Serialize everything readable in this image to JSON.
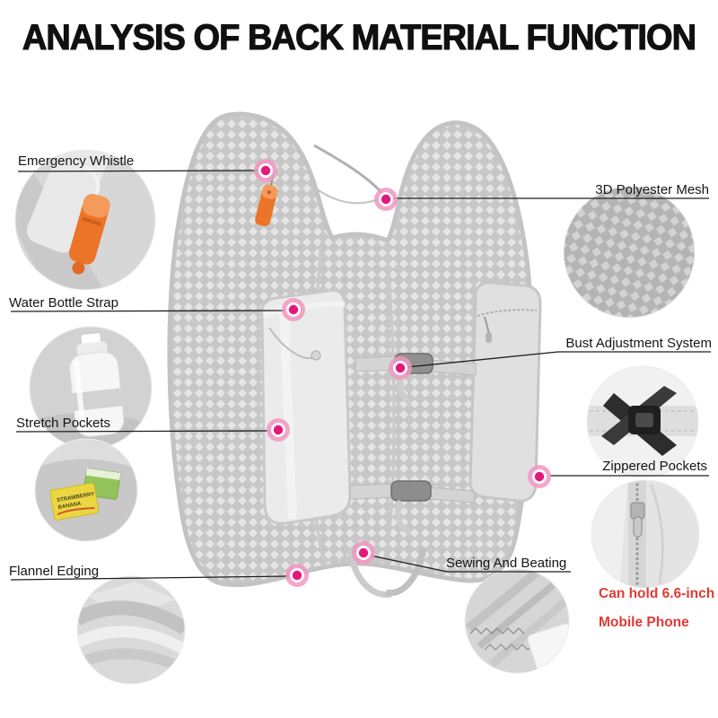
{
  "title": "ANALYSIS OF BACK MATERIAL FUNCTION",
  "labels": {
    "emergency_whistle": "Emergency Whistle",
    "polyester_mesh": "3D Polyester Mesh",
    "water_bottle_strap": "Water Bottle Strap",
    "bust_adjustment": "Bust Adjustment System",
    "stretch_pockets": "Stretch Pockets",
    "zippered_pockets": "Zippered Pockets",
    "flannel_edging": "Flannel Edging",
    "sewing_beating": "Sewing And Beating",
    "phone_note_line1": "Can hold 6.6-inch",
    "phone_note_line2": "Mobile Phone"
  },
  "snack_packet_text": {
    "line1": "STRAWBERRY",
    "line2": "BANANA"
  },
  "detail_views": [
    {
      "name": "emergency-whistle-closeup"
    },
    {
      "name": "3d-polyester-mesh-closeup"
    },
    {
      "name": "water-bottle-strap-closeup"
    },
    {
      "name": "bust-adjustment-buckle-closeup"
    },
    {
      "name": "stretch-pockets-closeup"
    },
    {
      "name": "zippered-pocket-closeup"
    },
    {
      "name": "flannel-edging-closeup"
    },
    {
      "name": "sewing-stitching-closeup"
    }
  ],
  "colors": {
    "title": "#101010",
    "label": "#151515",
    "leader_line": "#1d1d1d",
    "marker_pink": "#e3187c",
    "marker_ring": "#f296c1",
    "note_red": "#e03a34",
    "whistle_orange": "#ec7428",
    "vest_gray": "#d9d9d9"
  }
}
